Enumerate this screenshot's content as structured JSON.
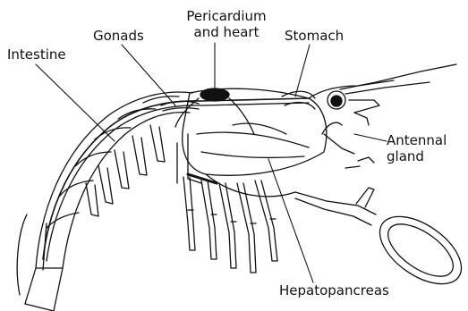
{
  "labels": {
    "intestine": "Intestine",
    "gonads": "Gonads",
    "pericardium_line1": "Pericardium",
    "pericardium_line2": "and heart",
    "stomach": "Stomach",
    "antennal_line1": "Antennal",
    "antennal_line2": "gland",
    "hepatopancreas": "Hepatopancreas"
  },
  "colors": {
    "ink": "#111111",
    "background": "#ffffff"
  }
}
